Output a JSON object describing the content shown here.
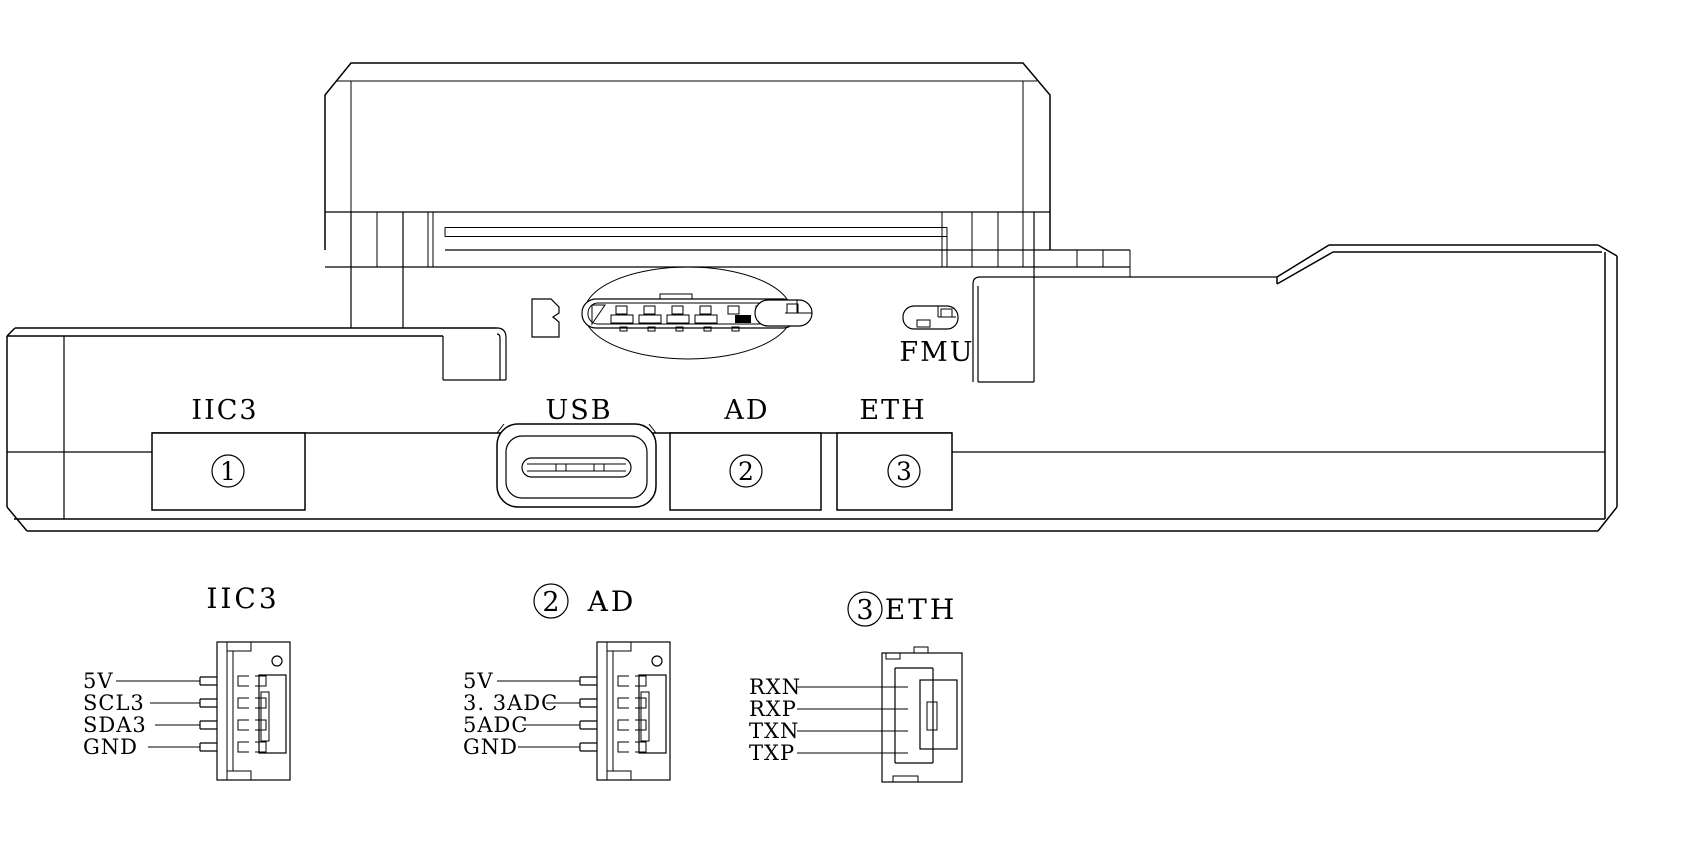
{
  "device": {
    "labels": {
      "iic3": "IIC3",
      "usb": "USB",
      "ad": "AD",
      "eth": "ETH",
      "fmu": "FMU"
    },
    "numbers": {
      "n1": "1",
      "n2": "2",
      "n3": "3"
    }
  },
  "pinouts": [
    {
      "number": "",
      "title": "IIC3",
      "pins": [
        "5V",
        "SCL3",
        "SDA3",
        "GND"
      ]
    },
    {
      "number": "2",
      "title": "AD",
      "pins": [
        "5V",
        "3. 3ADC",
        "5ADC",
        "GND"
      ]
    },
    {
      "number": "3",
      "title": "ETH",
      "pins": [
        "RXN",
        "RXP",
        "TXN",
        "TXP"
      ]
    }
  ]
}
